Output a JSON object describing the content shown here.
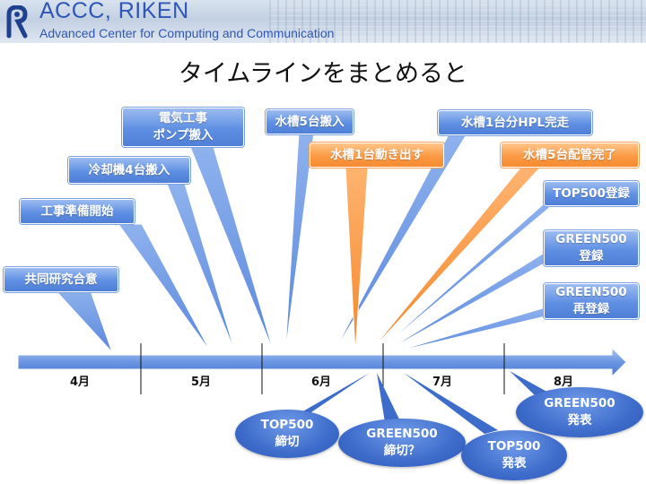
{
  "header": {
    "org_name": "ACCC, RIKEN",
    "org_subtitle": "Advanced Center for Computing and Communication"
  },
  "slide_title": "タイムラインをまとめると",
  "months": [
    "4月",
    "5月",
    "6月",
    "7月",
    "8月"
  ],
  "milestones_above": [
    {
      "line1": "共同研究合意",
      "line2": "",
      "color": "blue"
    },
    {
      "line1": "工事準備開始",
      "line2": "",
      "color": "blue"
    },
    {
      "line1": "冷却機4台搬入",
      "line2": "",
      "color": "blue"
    },
    {
      "line1": "電気工事",
      "line2": "ポンプ搬入",
      "color": "blue"
    },
    {
      "line1": "水槽5台搬入",
      "line2": "",
      "color": "blue"
    },
    {
      "line1": "水槽1台動き出す",
      "line2": "",
      "color": "orange"
    },
    {
      "line1": "水槽1台分HPL完走",
      "line2": "",
      "color": "blue"
    },
    {
      "line1": "水槽5台配管完了",
      "line2": "",
      "color": "orange"
    },
    {
      "line1": "TOP500登録",
      "line2": "",
      "color": "blue"
    },
    {
      "line1": "GREEN500",
      "line2": "登録",
      "color": "blue"
    },
    {
      "line1": "GREEN500",
      "line2": "再登録",
      "color": "blue"
    }
  ],
  "milestones_below": [
    {
      "line1": "TOP500",
      "line2": "締切"
    },
    {
      "line1": "GREEN500",
      "line2": "締切？"
    },
    {
      "line1": "TOP500",
      "line2": "発表"
    },
    {
      "line1": "GREEN500",
      "line2": "発表"
    }
  ],
  "colors": {
    "callout_blue": "#5f8fe3",
    "callout_orange": "#f7923a",
    "oval_blue": "#3e6ccb",
    "header_text": "#2f56b5"
  }
}
